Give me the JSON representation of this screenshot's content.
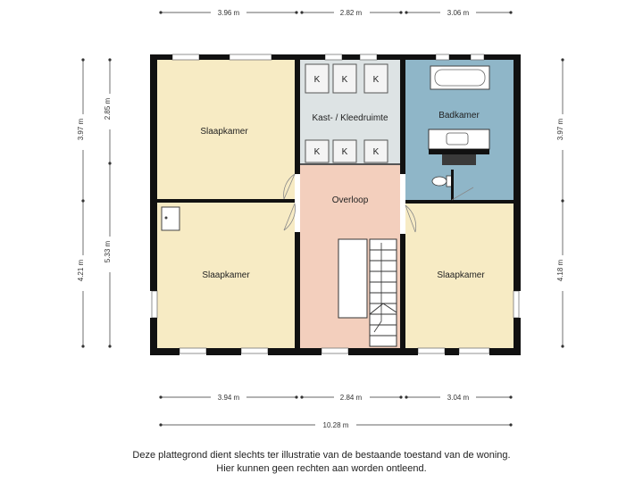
{
  "rooms": {
    "bedroom_top_left": "Slaapkamer",
    "bedroom_bottom_left": "Slaapkamer",
    "bedroom_right": "Slaapkamer",
    "closet_room": "Kast- / Kleedruimte",
    "bathroom": "Badkamer",
    "landing": "Overloop",
    "closet_unit": "K"
  },
  "dimensions": {
    "top": [
      "3.96 m",
      "2.82 m",
      "3.06 m"
    ],
    "bottom": [
      "3.94 m",
      "2.84 m",
      "3.04 m"
    ],
    "total_width": "10.28 m",
    "left_outer": [
      "3.97 m",
      "4.21 m"
    ],
    "left_inner": [
      "2.85 m",
      "5.33 m"
    ],
    "right_outer": [
      "3.97 m",
      "4.18 m"
    ]
  },
  "colors": {
    "bedroom": "#f7ebc4",
    "bathroom": "#8fb6c8",
    "landing": "#f3cfbd",
    "closet": "#dde3e4",
    "wall": "#111111"
  },
  "disclaimer": {
    "line1": "Deze plattegrond dient slechts ter illustratie van de bestaande toestand van de woning.",
    "line2": "Hier kunnen geen rechten aan worden ontleend."
  }
}
